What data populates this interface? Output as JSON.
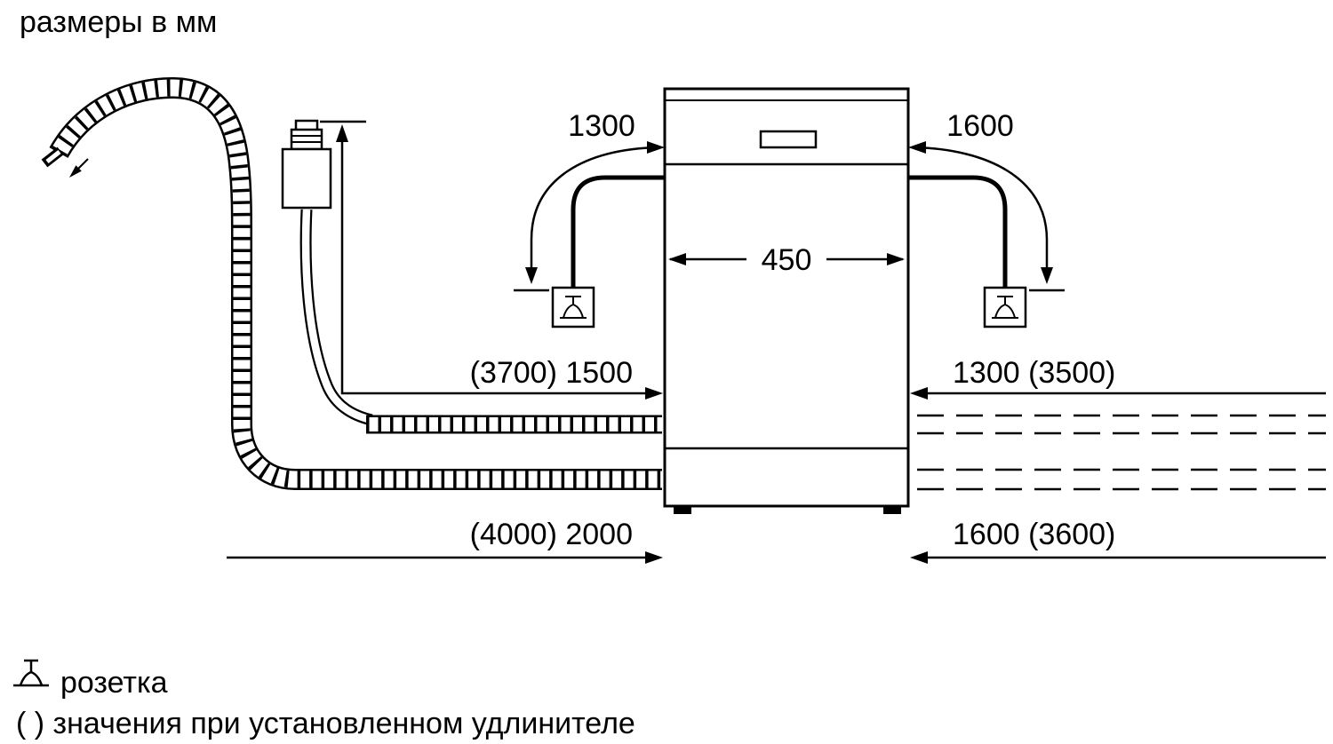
{
  "title": "размеры в мм",
  "dimensions": {
    "cord_left": "1300",
    "cord_right": "1600",
    "appliance_width": "450",
    "inlet_hose_left": "(3700) 1500",
    "inlet_hose_right": "1300 (3500)",
    "drain_hose_left": "(4000) 2000",
    "drain_hose_right": "1600 (3600)"
  },
  "legend": {
    "socket": "розетка",
    "brackets_note": "( ) значения при установленном удлинителе"
  },
  "icons": {
    "socket_left": "socket-icon",
    "socket_right": "socket-icon",
    "legend_socket": "socket-icon"
  },
  "colors": {
    "line": "#000000",
    "background": "#ffffff"
  }
}
